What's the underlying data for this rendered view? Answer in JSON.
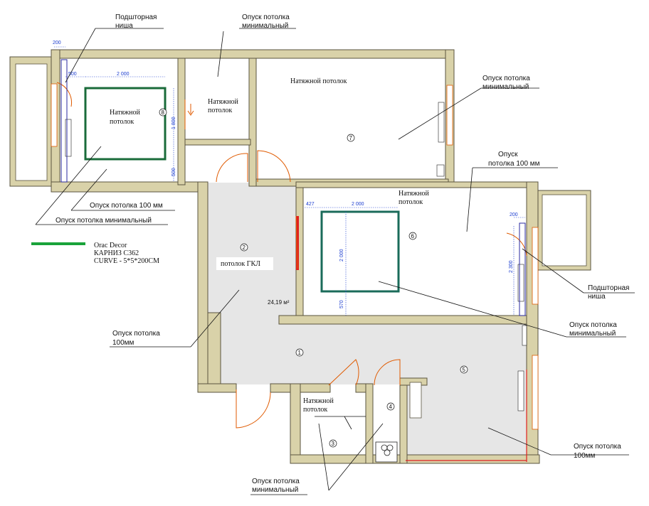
{
  "labels": {
    "niche_top_1": "Подшторная",
    "niche_top_2": "ниша",
    "drop_min_top_1": "Опуск потолка",
    "drop_min_top_2": "минимальный",
    "stretch_room8_1": "Натяжной",
    "stretch_room8_2": "потолок",
    "stretch_corridor_1": "Натяжной",
    "stretch_corridor_2": "потолок",
    "stretch_room7": "Натяжной потолок",
    "drop_min_right_1": "Опуск потолка",
    "drop_min_right_2": "минимальный",
    "drop_100_right_1": "Опуск",
    "drop_100_right_2": "потолка 100 мм",
    "stretch_room6_1": "Натяжной",
    "stretch_room6_2": "потолок",
    "drop_100_left": "Опуск потолка 100 мм",
    "drop_min_left": "Опуск потолка минимальный",
    "gkl": "потолок ГКЛ",
    "area": "24,19 м²",
    "drop_100mm_left_1": "Опуск потолка",
    "drop_100mm_left_2": "100мм",
    "niche_right_1": "Подшторная",
    "niche_right_2": "ниша",
    "drop_min_right2_1": "Опуск потолка",
    "drop_min_right2_2": "минимальный",
    "stretch_bath_1": "Натяжной",
    "stretch_bath_2": "потолок",
    "drop_100mm_bottom_1": "Опуск потолка",
    "drop_100mm_bottom_2": "100мм",
    "drop_min_bottom_1": "Опуск потолка",
    "drop_min_bottom_2": "минимальный"
  },
  "legend": {
    "line_color": "#1aa33a",
    "line1": "Orac Decor",
    "line2": "КАРНИЗ C362",
    "line3": "CURVE - 5*5*200CM"
  },
  "dimensions": {
    "d200_top": "200",
    "d500_top": "500",
    "d2000_top": "2 000",
    "d1800": "1 800",
    "d500_side": "500",
    "d427": "427",
    "d2000_mid": "2 000",
    "d2000_vert": "2 000",
    "d570": "570",
    "d200_right": "200",
    "d2300": "2 300"
  },
  "rooms": [
    "1",
    "2",
    "3",
    "4",
    "5",
    "6",
    "7",
    "8"
  ],
  "colors": {
    "wall": "#d9d2a9",
    "floor": "#e6e6e6",
    "cornice": "#1aa33a",
    "door": "#e05a00",
    "dimension": "#1a3cd0"
  }
}
